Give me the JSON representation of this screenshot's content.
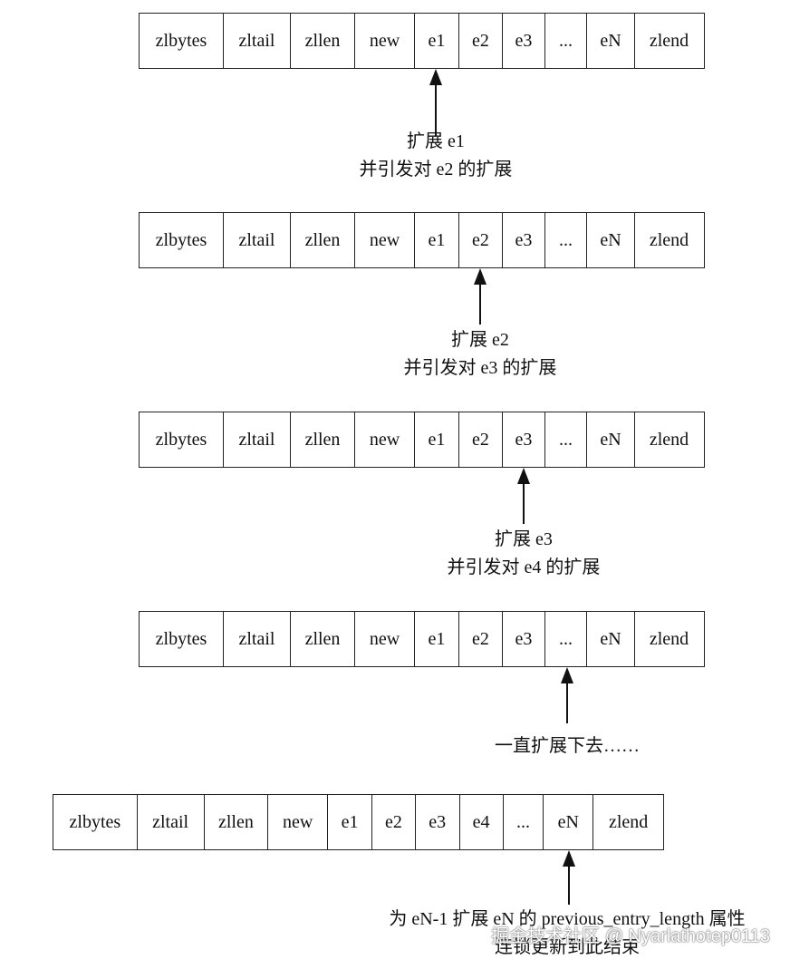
{
  "steps": [
    {
      "cells": [
        "zlbytes",
        "zltail",
        "zllen",
        "new",
        "e1",
        "e2",
        "e3",
        "...",
        "eN",
        "zlend"
      ],
      "caption": [
        "扩展 e1",
        "并引发对 e2 的扩展"
      ]
    },
    {
      "cells": [
        "zlbytes",
        "zltail",
        "zllen",
        "new",
        "e1",
        "e2",
        "e3",
        "...",
        "eN",
        "zlend"
      ],
      "caption": [
        "扩展 e2",
        "并引发对 e3 的扩展"
      ]
    },
    {
      "cells": [
        "zlbytes",
        "zltail",
        "zllen",
        "new",
        "e1",
        "e2",
        "e3",
        "...",
        "eN",
        "zlend"
      ],
      "caption": [
        "扩展 e3",
        "并引发对 e4 的扩展"
      ]
    },
    {
      "cells": [
        "zlbytes",
        "zltail",
        "zllen",
        "new",
        "e1",
        "e2",
        "e3",
        "...",
        "eN",
        "zlend"
      ],
      "caption": [
        "一直扩展下去……"
      ]
    },
    {
      "cells": [
        "zlbytes",
        "zltail",
        "zllen",
        "new",
        "e1",
        "e2",
        "e3",
        "e4",
        "...",
        "eN",
        "zlend"
      ],
      "caption": [
        "为 eN-1 扩展 eN 的 previous_entry_length 属性",
        "连锁更新到此结束"
      ]
    }
  ],
  "watermark": "掘金技术社区 @ Nyarlathotep0113"
}
